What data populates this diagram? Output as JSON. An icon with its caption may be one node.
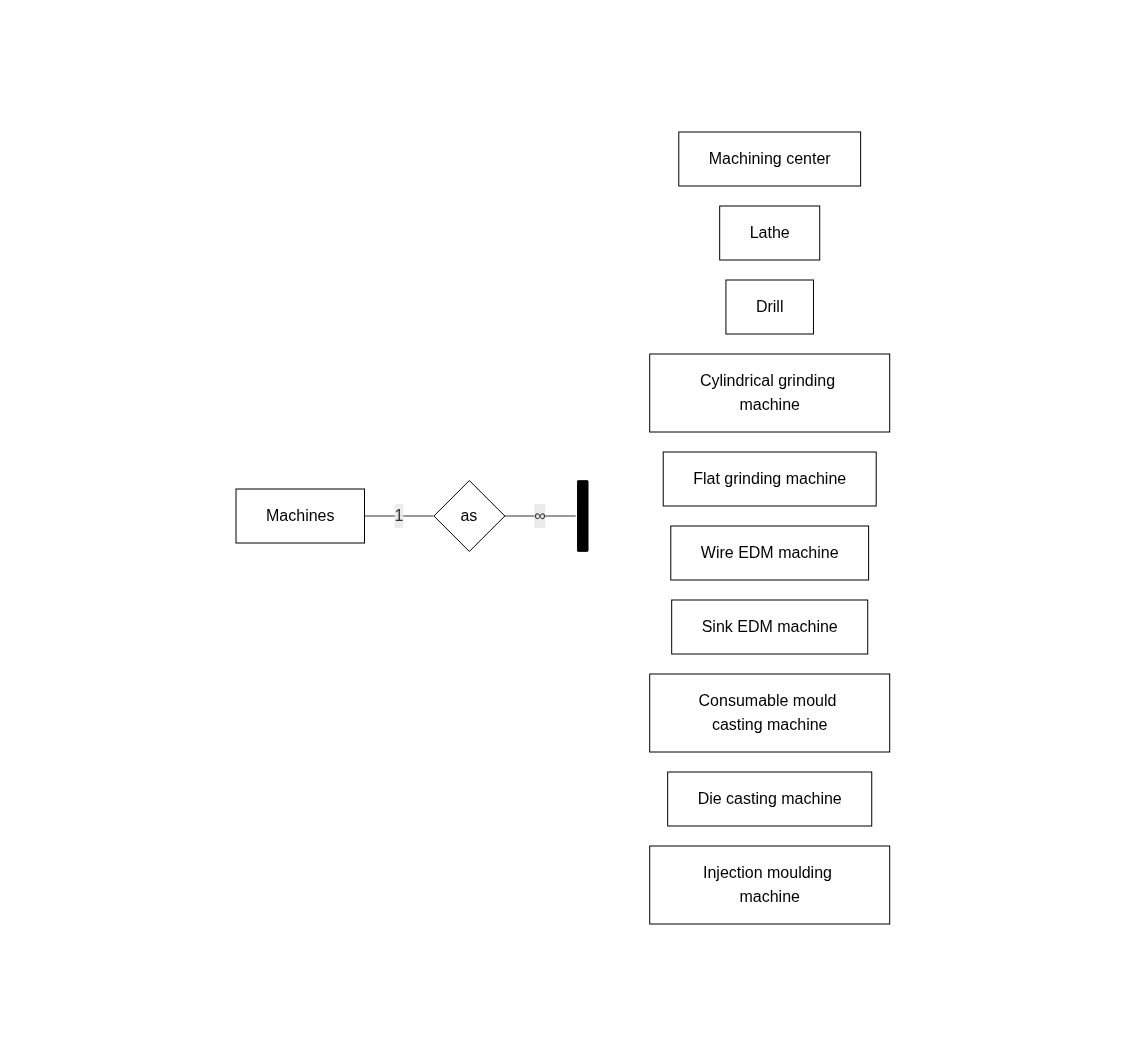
{
  "diagram": {
    "nodes": [
      {
        "text": [
          "Machines"
        ]
      },
      {
        "text": [
          "as"
        ]
      },
      {
        "text": [],
        "shape": "bar"
      },
      {
        "text": [
          "Machining center"
        ]
      },
      {
        "text": [
          "Lathe"
        ]
      },
      {
        "text": [
          "Drill"
        ]
      },
      {
        "text": [
          "Cylindrical grinding machine"
        ]
      },
      {
        "text": [
          "Flat grinding machine"
        ]
      },
      {
        "text": [
          "Wire EDM machine"
        ]
      },
      {
        "text": [
          "Sink EDM machine"
        ]
      },
      {
        "text": [
          "Consumable mould casting machine"
        ]
      },
      {
        "text": [
          "Die casting machine"
        ]
      },
      {
        "text": [
          "Injection moulding machine"
        ]
      }
    ],
    "edges": [
      {
        "from": 0,
        "to": 1,
        "arrow": "none",
        "label": "1"
      },
      {
        "from": 1,
        "to": 2,
        "arrow": "none",
        "label": "∞"
      }
    ]
  }
}
